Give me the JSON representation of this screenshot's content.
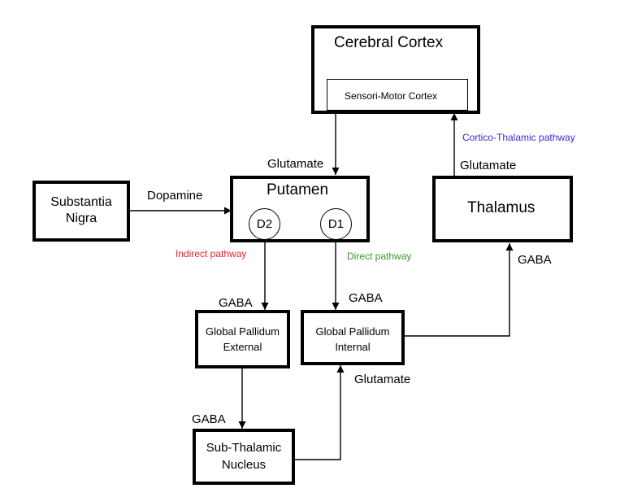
{
  "nodes": {
    "cerebral_cortex": "Cerebral Cortex",
    "sensorimotor_cortex": "Sensori-Motor Cortex",
    "putamen": "Putamen",
    "d2": "D2",
    "d1": "D1",
    "substantia_nigra": "Substantia\nNigra",
    "thalamus": "Thalamus",
    "gpe": "Global Pallidum\nExternal",
    "gpi": "Global Pallidum\nInternal",
    "stn": "Sub-Thalamic\nNucleus"
  },
  "edges": {
    "cortex_to_putamen": "Glutamate",
    "nigra_to_putamen": "Dopamine",
    "thalamus_to_cortex": "Glutamate",
    "putamen_to_gpe": "GABA",
    "putamen_to_gpi": "GABA",
    "gpi_to_thalamus": "GABA",
    "gpe_to_stn": "GABA",
    "stn_to_gpi": "Glutamate"
  },
  "pathways": {
    "indirect": "Indirect pathway",
    "direct": "Direct pathway",
    "cortico_thalamic": "Cortico-Thalamic pathway"
  },
  "colors": {
    "indirect": "#e8262e",
    "direct": "#3a9a2a",
    "cortico_thalamic": "#3f2bd6",
    "line": "#000000"
  }
}
